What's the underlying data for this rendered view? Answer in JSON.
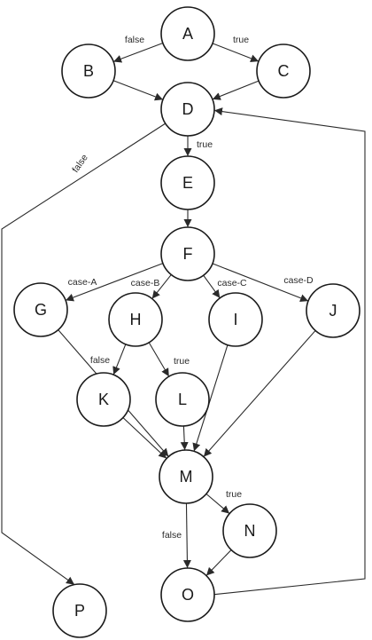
{
  "nodes": {
    "A": "A",
    "B": "B",
    "C": "C",
    "D": "D",
    "E": "E",
    "F": "F",
    "G": "G",
    "H": "H",
    "I": "I",
    "J": "J",
    "K": "K",
    "L": "L",
    "M": "M",
    "N": "N",
    "O": "O",
    "P": "P"
  },
  "edges": [
    {
      "from": "A",
      "to": "B",
      "label": "false"
    },
    {
      "from": "A",
      "to": "C",
      "label": "true"
    },
    {
      "from": "B",
      "to": "D",
      "label": ""
    },
    {
      "from": "C",
      "to": "D",
      "label": ""
    },
    {
      "from": "D",
      "to": "E",
      "label": "true"
    },
    {
      "from": "D",
      "to": "P",
      "label": "false"
    },
    {
      "from": "E",
      "to": "F",
      "label": ""
    },
    {
      "from": "F",
      "to": "G",
      "label": "case-A"
    },
    {
      "from": "F",
      "to": "H",
      "label": "case-B"
    },
    {
      "from": "F",
      "to": "I",
      "label": "case-C"
    },
    {
      "from": "F",
      "to": "J",
      "label": "case-D"
    },
    {
      "from": "H",
      "to": "K",
      "label": "false"
    },
    {
      "from": "H",
      "to": "L",
      "label": "true"
    },
    {
      "from": "G",
      "to": "M",
      "label": ""
    },
    {
      "from": "K",
      "to": "M",
      "label": ""
    },
    {
      "from": "L",
      "to": "M",
      "label": ""
    },
    {
      "from": "I",
      "to": "M",
      "label": ""
    },
    {
      "from": "J",
      "to": "M",
      "label": ""
    },
    {
      "from": "M",
      "to": "N",
      "label": "true"
    },
    {
      "from": "M",
      "to": "O",
      "label": "false"
    },
    {
      "from": "N",
      "to": "O",
      "label": ""
    },
    {
      "from": "O",
      "to": "D",
      "label": ""
    }
  ]
}
